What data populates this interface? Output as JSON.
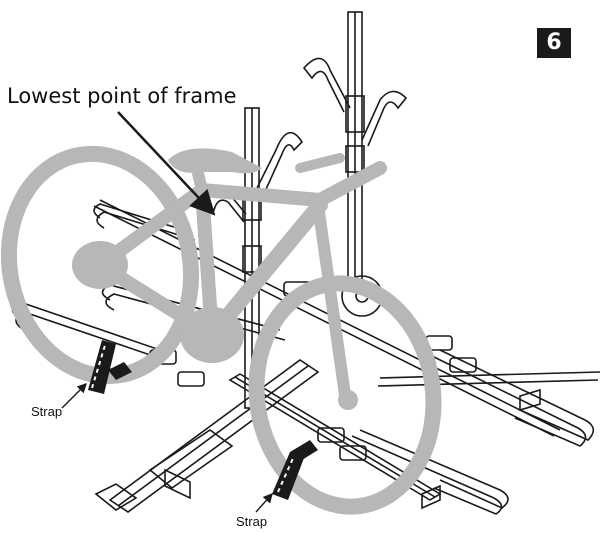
{
  "step": {
    "number": "6"
  },
  "callouts": {
    "frame_point": "Lowest point of frame",
    "strap_left": "Strap",
    "strap_bottom": "Strap"
  },
  "colors": {
    "bicycle_fill": "#b7b7b7",
    "line_art": "#1a1a1a",
    "badge_bg": "#1a1a1a",
    "badge_text": "#ffffff"
  }
}
